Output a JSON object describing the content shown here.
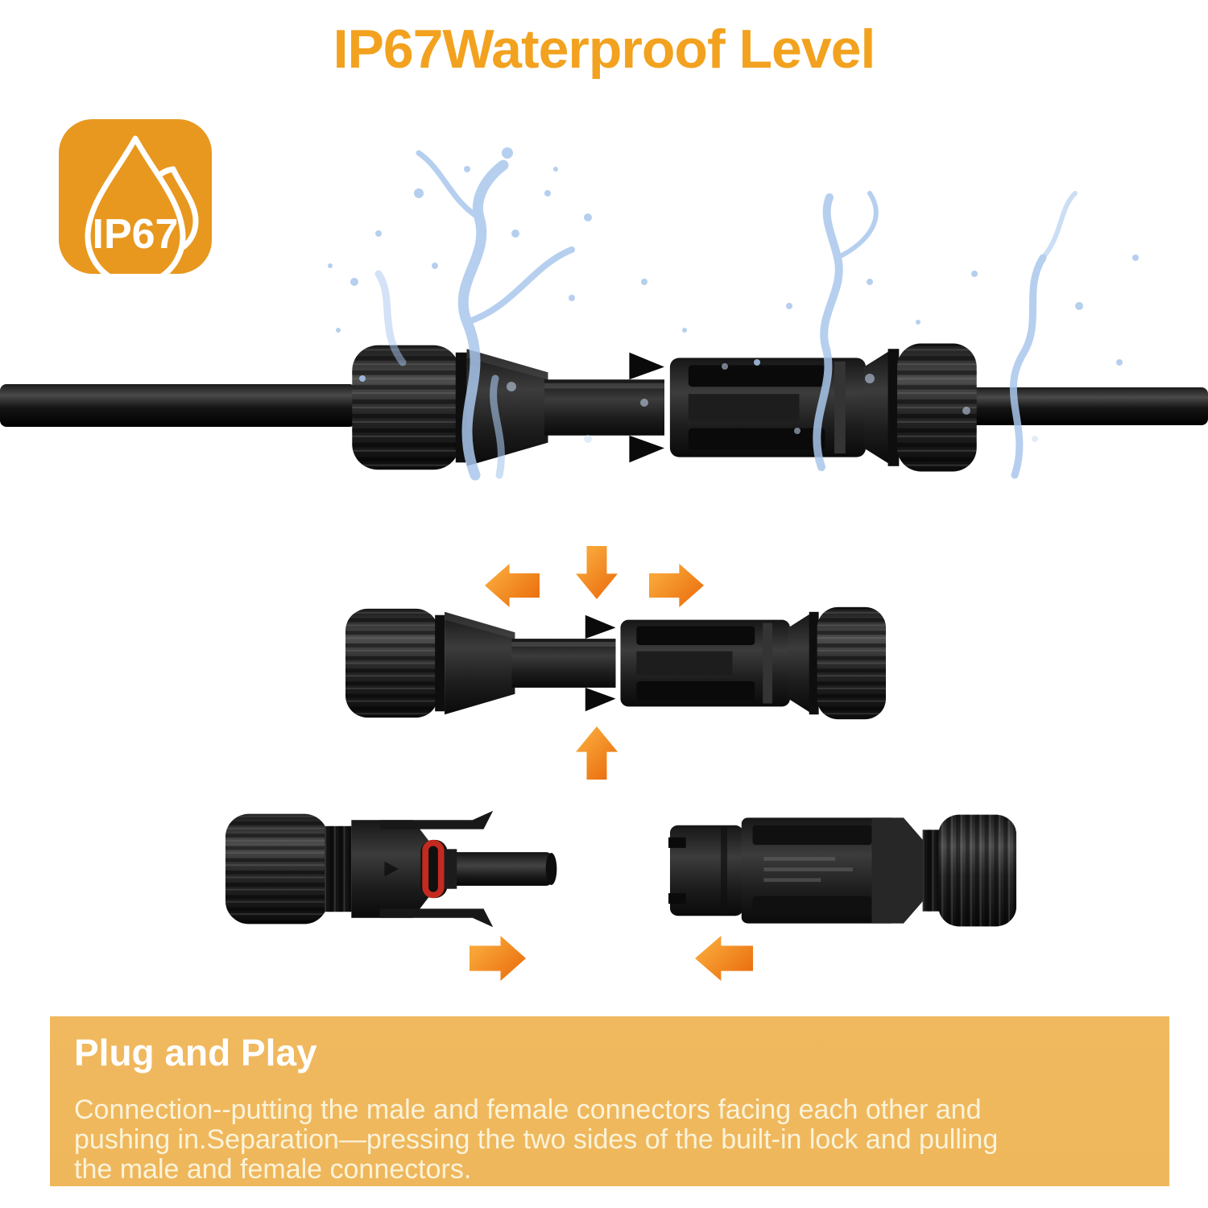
{
  "header": {
    "title": "IP67Waterproof Level"
  },
  "badge": {
    "label": "IP67"
  },
  "banner": {
    "heading": "Plug and Play",
    "body_lines": [
      "Connection--putting the male and female connectors facing each other and",
      "pushing in.Separation—pressing the two sides of the built-in lock and pulling",
      "the male and female connectors."
    ]
  },
  "icons": {
    "badge_drop": "water-drop-icon",
    "badge_drop_small": "water-drop-small-icon",
    "splash": "water-splash-icon",
    "arrow_down": "down-arrow-icon",
    "arrow_up": "up-arrow-icon",
    "arrow_left": "left-arrow-icon",
    "arrow_right": "right-arrow-icon"
  },
  "colors": {
    "title_orange": "#F2A21F",
    "badge_orange": "#E8981F",
    "banner_orange": "#F0B95F",
    "arrow_orange_light": "#F8A437",
    "arrow_orange_dark": "#EC7312",
    "splash_blue": "#A9C7EC",
    "splash_blue_light": "#CBDDF4",
    "connector_dark": "#1E1E1E",
    "oring_red": "#C32A20",
    "cable_black": "#141414",
    "heading_white": "#FFFFFF",
    "body_cream": "#FAF3DA"
  }
}
